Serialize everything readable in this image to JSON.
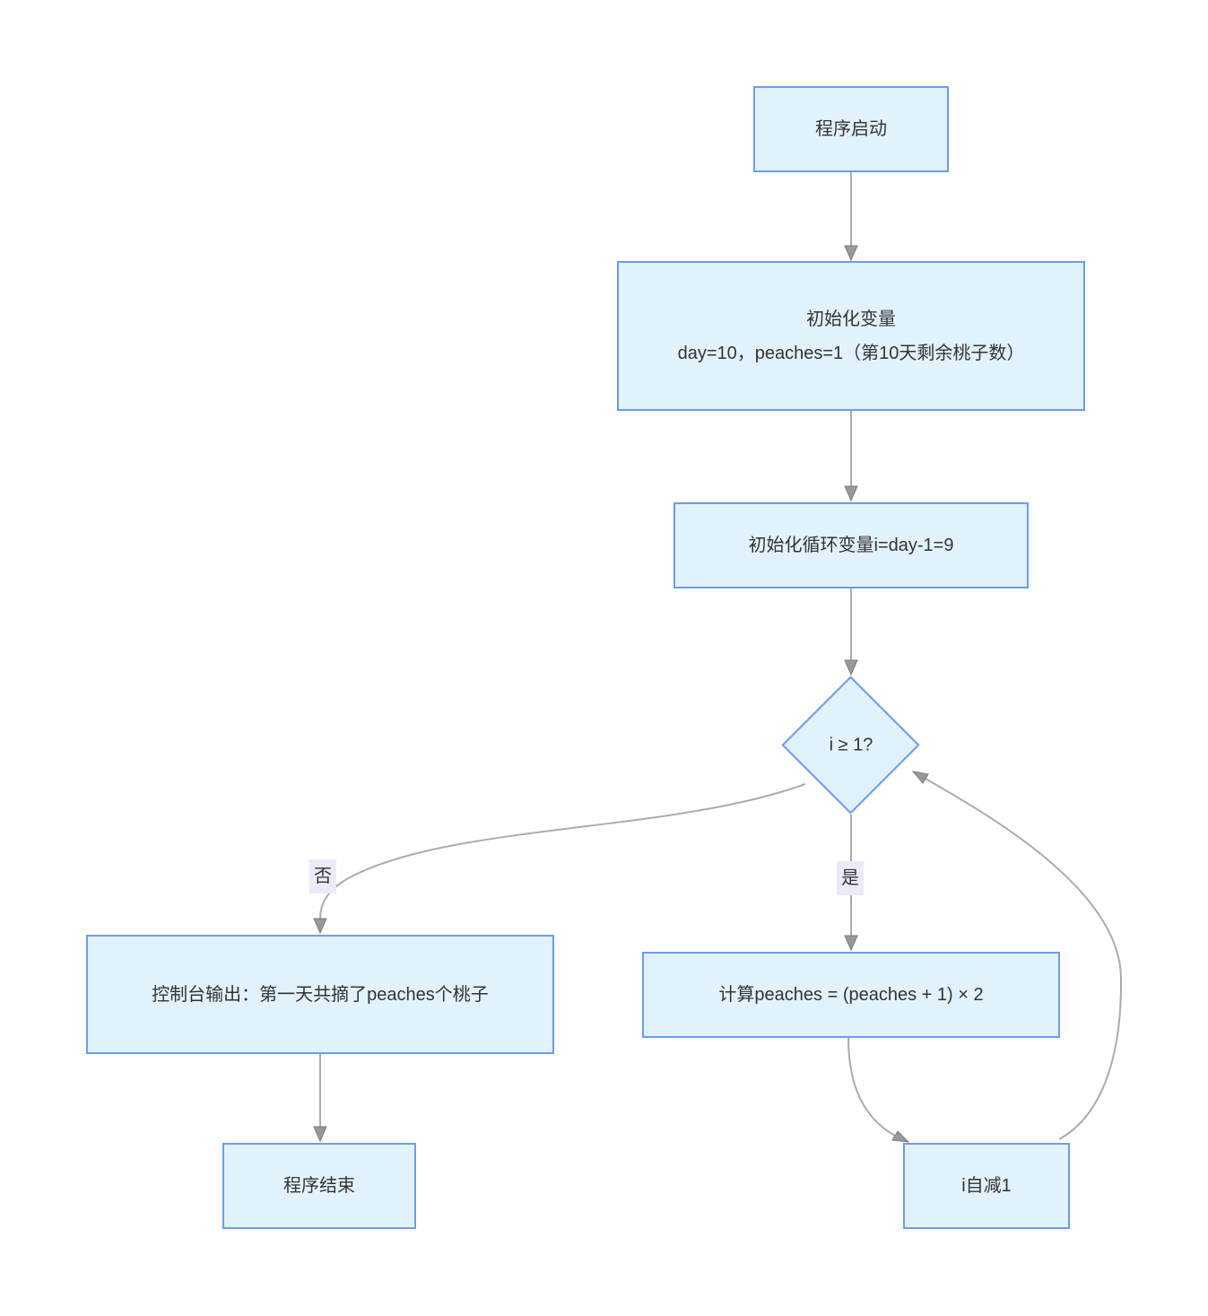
{
  "diagram": {
    "type": "flowchart",
    "nodes": {
      "start": "程序启动",
      "init": "初始化变量\nday=10，peaches=1（第10天剩余桃子数）",
      "init_loop": "初始化循环变量i=day-1=9",
      "decision": "i ≥ 1?",
      "output": "控制台输出：第一天共摘了peaches个桃子",
      "end": "程序结束",
      "calc": "计算peaches = (peaches + 1) × 2",
      "decrement": "i自减1"
    },
    "edge_labels": {
      "no": "否",
      "yes": "是"
    },
    "colors": {
      "node_fill": "#e1f2fc",
      "node_border": "#6c9cee",
      "text_color": "#333333",
      "edge_color": "#ababab",
      "arrow_fill": "#999999",
      "arrow_stroke": "#7a7a7a",
      "label_bg": "#eceaf8",
      "canvas_bg": "#ffffff"
    }
  }
}
